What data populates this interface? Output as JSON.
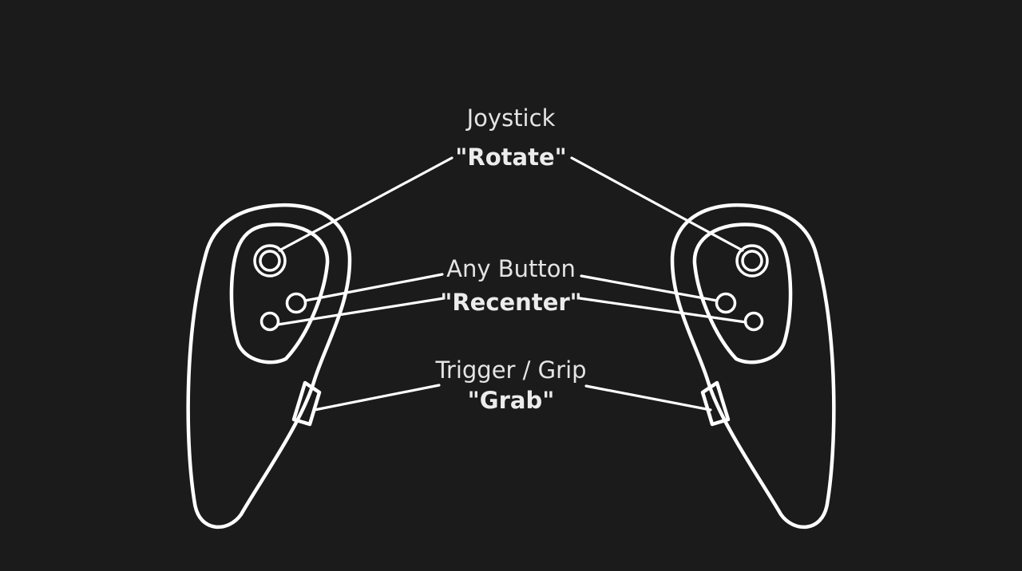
{
  "labels": {
    "joystick": {
      "title": "Joystick",
      "action": "\"Rotate\""
    },
    "any_button": {
      "title": "Any Button",
      "action": "\"Recenter\""
    },
    "trigger_grip": {
      "title": "Trigger / Grip",
      "action": "\"Grab\""
    }
  },
  "colors": {
    "background": "#1b1b1b",
    "line": "#ffffff",
    "text": "#e4e4e4"
  }
}
